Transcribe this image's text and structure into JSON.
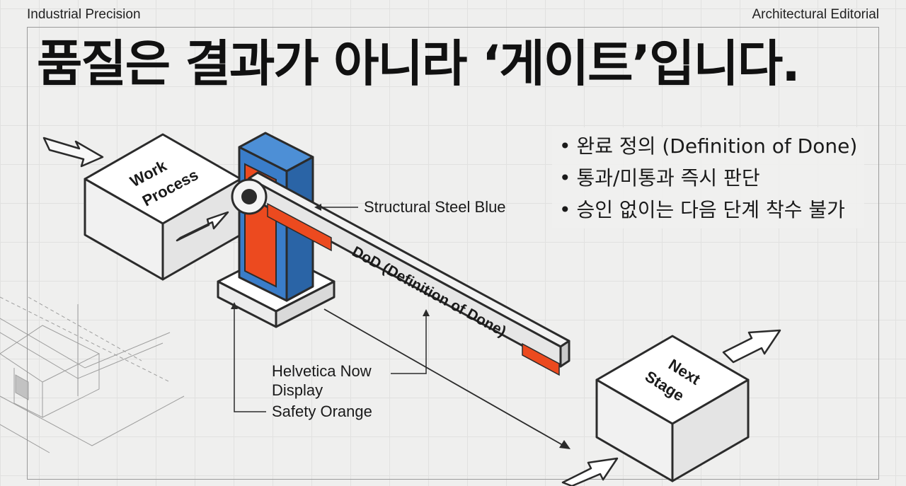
{
  "header": {
    "left": "Industrial Precision",
    "right": "Architectural Editorial"
  },
  "headline": "품질은 결과가 아니라 ‘게이트’입니다.",
  "bullets": [
    "완료 정의 (Definition of Done)",
    "통과/미통과 즉시 판단",
    "승인 없이는 다음 단계 착수 불가"
  ],
  "work_box": {
    "line1": "Work",
    "line2": "Process"
  },
  "next_box": {
    "line1": "Next",
    "line2": "Stage"
  },
  "barrier_text": "DoD (Definition of Done)",
  "annotations": {
    "steel": "Structural Steel Blue",
    "font_line1": "Helvetica Now",
    "font_line2": "Display",
    "orange": "Safety Orange"
  },
  "colors": {
    "steel_blue": "#3a7dc9",
    "safety_orange": "#ec4a1f",
    "ink": "#2b2b2b",
    "background": "#efefee"
  }
}
